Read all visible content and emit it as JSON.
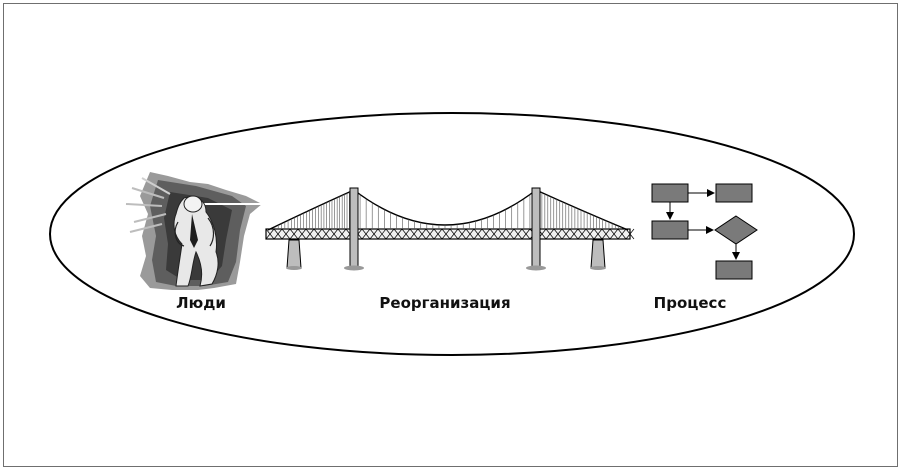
{
  "diagram": {
    "people_label": "Люди",
    "reorganization_label": "Реорганизация",
    "process_label": "Процесс"
  },
  "icons": {
    "people": "businessman-clipart-icon",
    "bridge": "suspension-bridge-icon",
    "process": "flowchart-icon"
  },
  "colors": {
    "outline": "#000000",
    "box_fill": "#7a7a7a",
    "frame_border": "#6f6f6f",
    "background": "#ffffff"
  }
}
